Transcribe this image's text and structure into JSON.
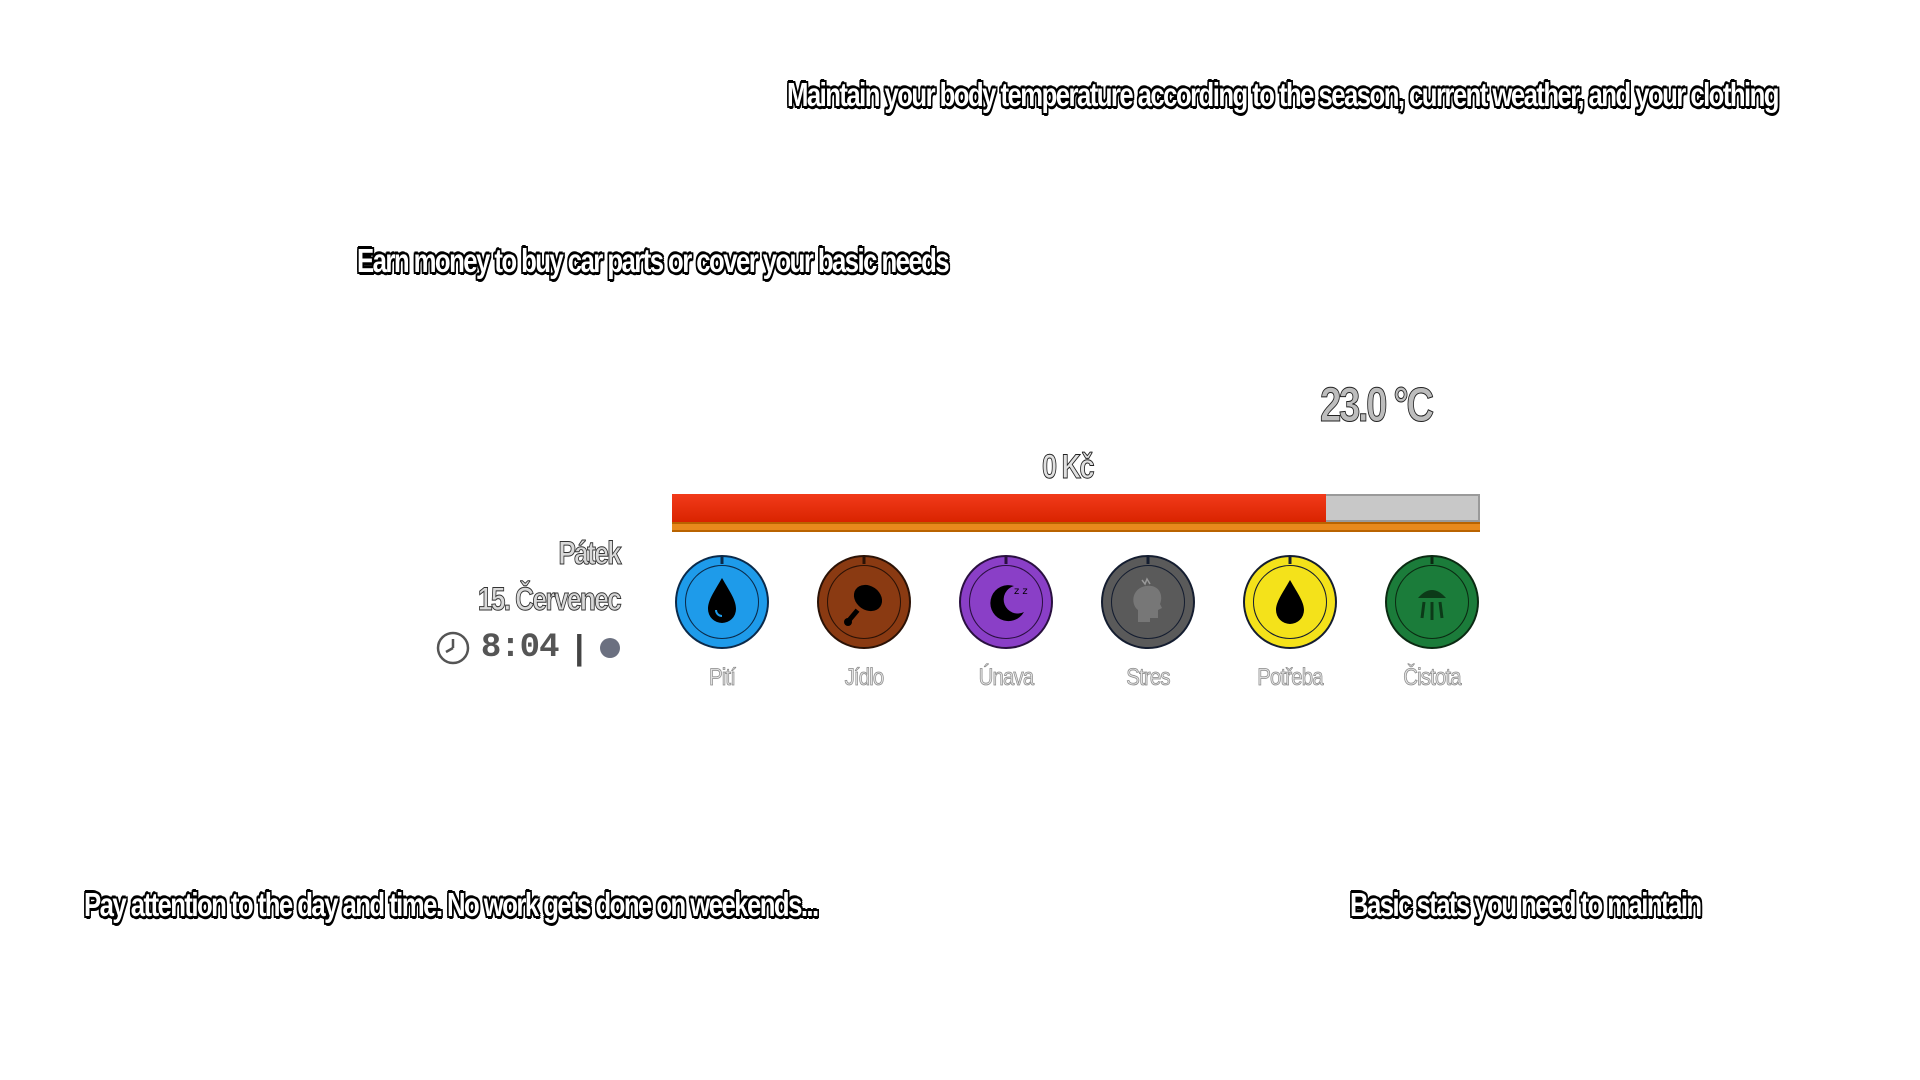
{
  "captions": {
    "temperature": "Maintain your body temperature according to the season, current weather, and your clothing",
    "money": "Earn money to buy car parts or cover your basic needs",
    "day": "Pay attention to the day and time. No work gets done on weekends...",
    "stats": "Basic stats you need to maintain"
  },
  "hud": {
    "temperature": "23.0 °C",
    "money": "0 Kč",
    "progress_fraction": 0.81,
    "progress_colors": {
      "fill": "#e02a05",
      "track": "#c8c8c8",
      "under": "#e8891c"
    },
    "day_name": "Pátek",
    "date": "15. Červenec",
    "time": "8:04",
    "separator": "|",
    "clock_icon": "clock-icon",
    "weather_icon": "weather-dot-icon"
  },
  "stats": [
    {
      "label": "Pití",
      "icon": "water-drop-icon",
      "color": "#1e9bea",
      "dark": "#0b2a4a"
    },
    {
      "label": "Jídlo",
      "icon": "drumstick-icon",
      "color": "#8a3a12",
      "dark": "#2b1206"
    },
    {
      "label": "Únava",
      "icon": "moon-icon",
      "color": "#8a3fc7",
      "dark": "#2a1040"
    },
    {
      "label": "Stres",
      "icon": "head-stress-icon",
      "color": "#5a5a5a",
      "dark": "#141d30"
    },
    {
      "label": "Potřeba",
      "icon": "drop-need-icon",
      "color": "#f4e21a",
      "dark": "#141d30"
    },
    {
      "label": "Čistota",
      "icon": "shower-icon",
      "color": "#1b7c3a",
      "dark": "#0b2a12"
    }
  ]
}
